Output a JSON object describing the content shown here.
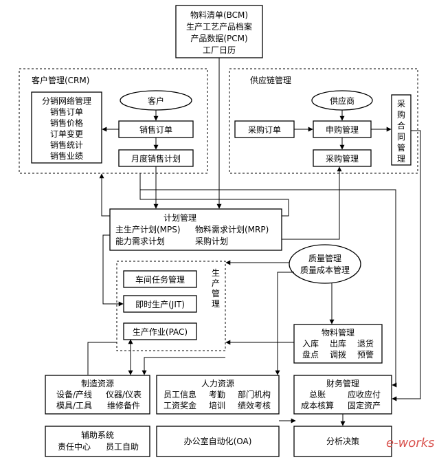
{
  "top_box": {
    "lines": [
      "物料清单(BCM)",
      "生产工艺产品档案",
      "产品数据(PCM)",
      "工厂日历"
    ]
  },
  "crm": {
    "title": "客户管理(CRM)",
    "list": [
      "分销网络管理",
      "销售订单",
      "销售价格",
      "订单变更",
      "销售统计",
      "销售业绩"
    ],
    "customer": "客户",
    "sales_order": "销售订单",
    "monthly_plan": "月度销售计划"
  },
  "scm": {
    "title": "供应链管理",
    "supplier": "供应商",
    "purchase_order": "采购订单",
    "requisition": "申购管理",
    "purchase_mgmt": "采购管理",
    "contract": [
      "采",
      "购",
      "合",
      "同",
      "管",
      "理"
    ]
  },
  "plan": {
    "title": "计划管理",
    "row1": [
      "主生产计划(MPS)",
      "物料需求计划(MRP)"
    ],
    "row2": [
      "能力需求计划",
      "采购计划"
    ]
  },
  "quality": {
    "lines": [
      "质量管理",
      "质量成本管理"
    ]
  },
  "production": {
    "label": [
      "生",
      "产",
      "管",
      "理"
    ],
    "workshop": "车间任务管理",
    "jit": "即时生产(JIT)",
    "pac": "生产作业(PAC)"
  },
  "material": {
    "title": "物料管理",
    "row1": [
      "入库",
      "出库",
      "退货"
    ],
    "row2": [
      "盘点",
      "调拨",
      "预警"
    ]
  },
  "manufacturing": {
    "title": "制造资源",
    "row1": [
      "设备/产线",
      "仪器/仪表"
    ],
    "row2": [
      "模具/工具",
      "维修备件"
    ]
  },
  "hr": {
    "title": "人力资源",
    "row1": [
      "员工信息",
      "考勤",
      "部门机构"
    ],
    "row2": [
      "工资奖金",
      "培训",
      "绩效考核"
    ]
  },
  "finance": {
    "title": "财务管理",
    "row1": [
      "总账",
      "应收应付"
    ],
    "row2": [
      "成本核算",
      "固定资产"
    ]
  },
  "aux": {
    "title": "辅助系统",
    "row1": [
      "责任中心",
      "员工自助"
    ]
  },
  "oa": {
    "label": "办公室自动化(OA)"
  },
  "analysis": {
    "label": "分析决策"
  },
  "watermark": {
    "text": "e-works",
    "color": "#d9534f"
  }
}
